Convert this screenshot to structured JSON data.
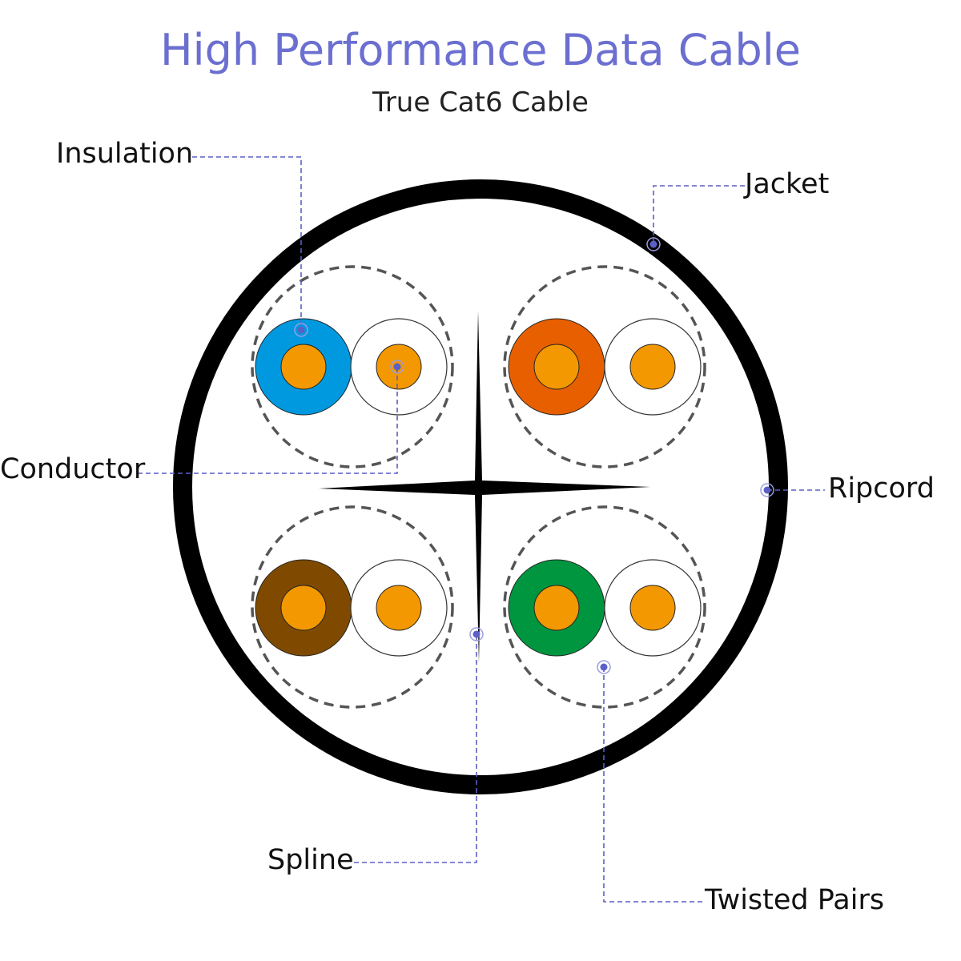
{
  "header": {
    "title": "High Performance Data Cable",
    "subtitle": "True Cat6 Cable"
  },
  "labels": {
    "insulation": "Insulation",
    "jacket": "Jacket",
    "conductor": "Conductor",
    "ripcord": "Ripcord",
    "spline": "Spline",
    "twisted_pairs": "Twisted Pairs"
  },
  "colors": {
    "title": "#6b6fd0",
    "leader": "#5b5fc7",
    "jacket": "#000000",
    "conductor": "#f39800",
    "pair_blue": "#0099e0",
    "pair_orange": "#e85f00",
    "pair_brown": "#7f4a00",
    "pair_green": "#00963f",
    "pair_white": "#ffffff"
  }
}
